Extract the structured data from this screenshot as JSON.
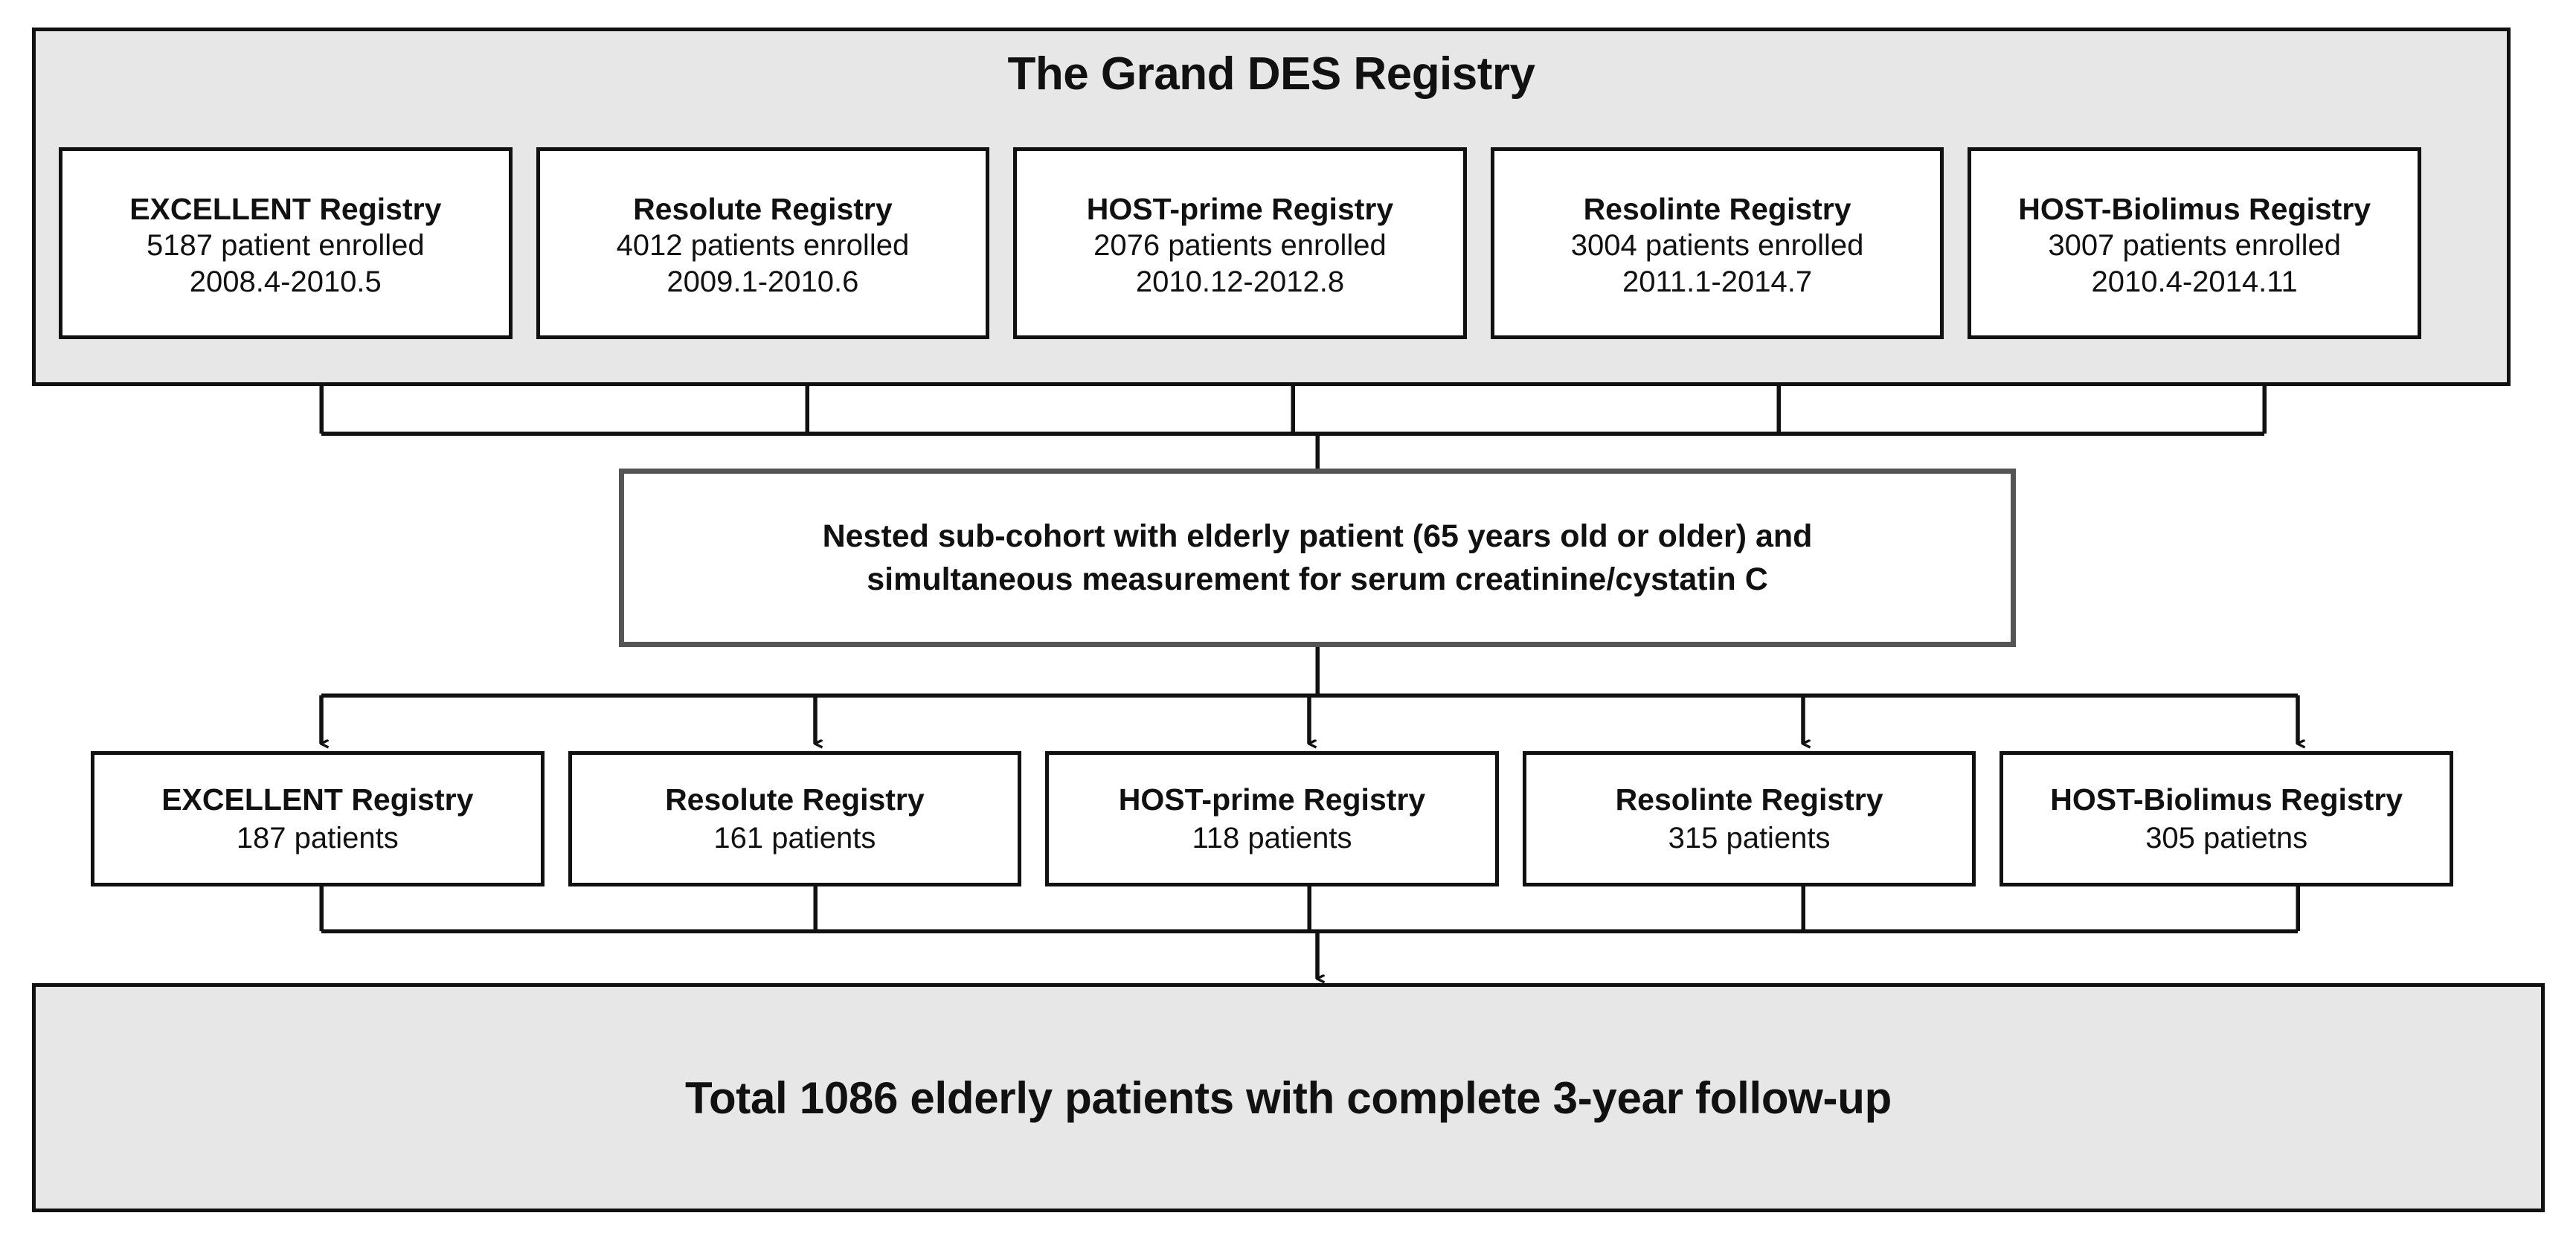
{
  "diagram": {
    "title": "The Grand DES Registry",
    "colors": {
      "panel_background": "#e7e7e7",
      "box_background": "#ffffff",
      "border": "#111111",
      "nested_border": "#555555",
      "text": "#111111"
    },
    "top_registries": [
      {
        "name": "EXCELLENT Registry",
        "enrolled": "5187 patient enrolled",
        "period": "2008.4-2010.5"
      },
      {
        "name": "Resolute Registry",
        "enrolled": "4012 patients enrolled",
        "period": "2009.1-2010.6"
      },
      {
        "name": "HOST-prime Registry",
        "enrolled": "2076 patients enrolled",
        "period": "2010.12-2012.8"
      },
      {
        "name": "Resolinte Registry",
        "enrolled": "3004 patients enrolled",
        "period": "2011.1-2014.7"
      },
      {
        "name": "HOST-Biolimus Registry",
        "enrolled": "3007 patients enrolled",
        "period": "2010.4-2014.11"
      }
    ],
    "nested_cohort": {
      "line1": "Nested sub-cohort with elderly patient (65 years old or older) and",
      "line2": "simultaneous measurement for serum creatinine/cystatin C"
    },
    "sub_registries": [
      {
        "name": "EXCELLENT Registry",
        "count": "187 patients"
      },
      {
        "name": "Resolute Registry",
        "count": "161 patients"
      },
      {
        "name": "HOST-prime Registry",
        "count": "118 patients"
      },
      {
        "name": "Resolinte Registry",
        "count": "315 patients"
      },
      {
        "name": "HOST-Biolimus Registry",
        "count": "305 patietns"
      }
    ],
    "total": {
      "text": "Total 1086 elderly patients with complete 3-year follow-up"
    }
  }
}
